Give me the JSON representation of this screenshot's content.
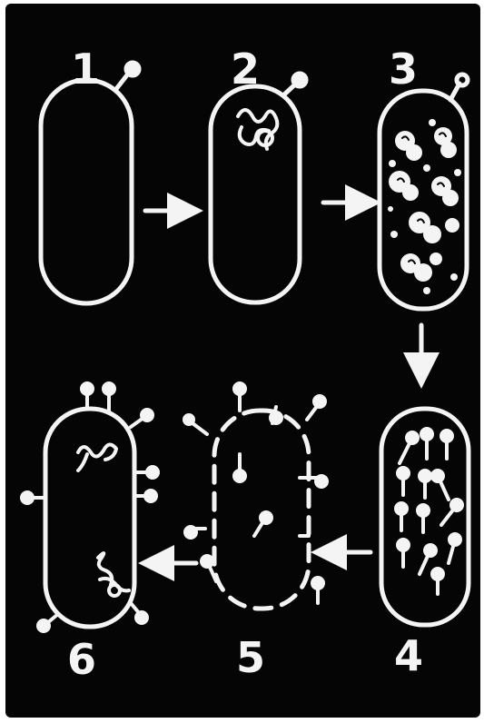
{
  "figure": {
    "stages": [
      {
        "label": "1"
      },
      {
        "label": "2"
      },
      {
        "label": "3"
      },
      {
        "label": "4"
      },
      {
        "label": "5"
      },
      {
        "label": "6"
      }
    ]
  },
  "colors": {
    "background": "#050505",
    "stroke": "#f4f4f4"
  }
}
